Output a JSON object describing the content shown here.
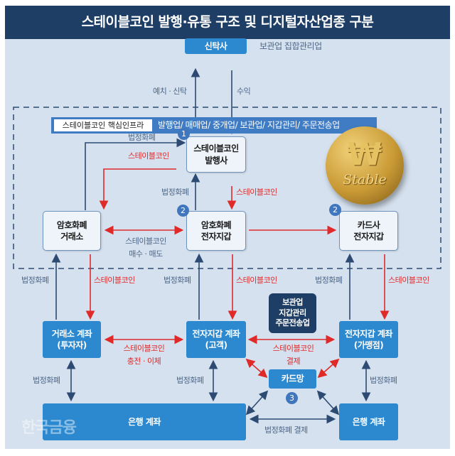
{
  "title": "스테이블코인 발행·유통 구조 및 디지털자산업종 구분",
  "trust": {
    "label": "신탁사",
    "note": "보관업 집합관리업",
    "deposit": "예치 · 신탁",
    "profit": "수익"
  },
  "infra": {
    "label": "스테이블코인 핵심인프라",
    "businesses": "발행업/ 매매업/ 중개업/ 보관업/ 지갑관리/ 주문전송업"
  },
  "nodes": {
    "issuer": {
      "line1": "스테이블코인",
      "line2": "발행사",
      "badge": "1"
    },
    "exchange": {
      "line1": "암호화폐",
      "line2": "거래소"
    },
    "crypto_wallet": {
      "line1": "암호화폐",
      "line2": "전자지갑",
      "badge": "2"
    },
    "card_wallet": {
      "line1": "카드사",
      "line2": "전자지갑",
      "badge": "2"
    },
    "exchange_account": {
      "line1": "거래소 계좌",
      "line2": "(투자자)"
    },
    "wallet_customer": {
      "line1": "전자지갑 계좌",
      "line2": "(고객)"
    },
    "wallet_merchant": {
      "line1": "전자지갑 계좌",
      "line2": "(가맹점)"
    },
    "custody": {
      "line1": "보관업",
      "line2": "지갑관리",
      "line3": "주문전송업"
    },
    "card_network": {
      "label": "카드망",
      "badge": "3"
    },
    "bank_left": "은행 계좌",
    "bank_right": "은행 계좌"
  },
  "labels": {
    "fiat": "법정화폐",
    "stablecoin": "스테이블코인",
    "buy_sell_1": "스테이블코인",
    "buy_sell_2": "매수 · 매도",
    "charge_1": "스테이블코인",
    "charge_2": "충전 · 이체",
    "pay_1": "스테이블코인",
    "pay_2": "결제",
    "fiat_settle": "법정화폐 결제"
  },
  "coin": {
    "symbol": "₩",
    "text": "Stable"
  },
  "watermark": "한국금융",
  "colors": {
    "navy": "#1e3e66",
    "blue": "#2c89cf",
    "red": "#e02a2a",
    "bg": "#d5e1ee"
  }
}
